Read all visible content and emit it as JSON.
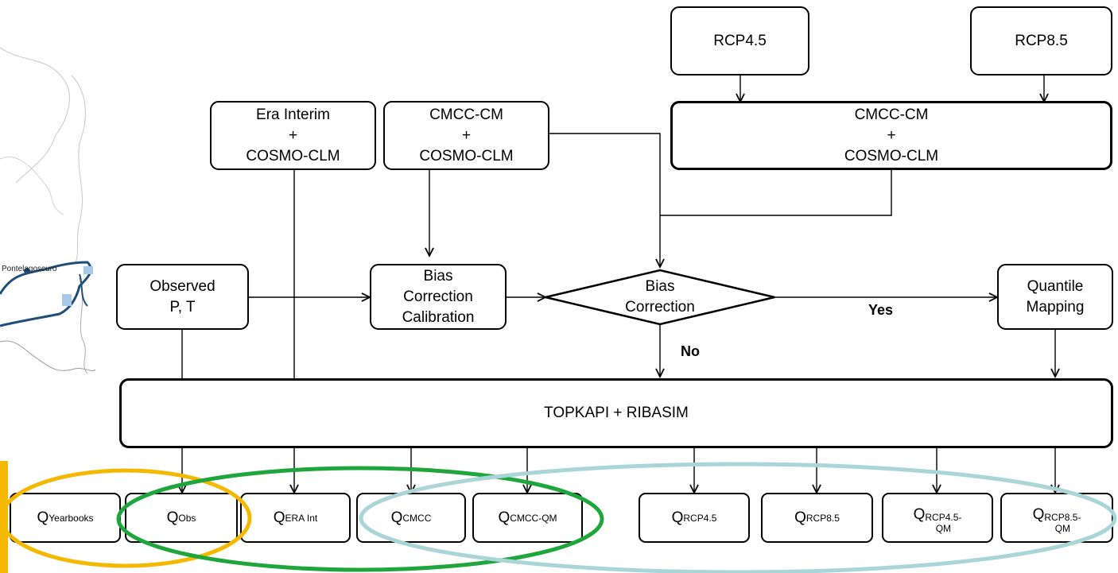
{
  "inputs": {
    "rcp45": "RCP4.5",
    "rcp85": "RCP8.5",
    "era_interim": [
      "Era Interim",
      "+",
      "COSMO-CLM"
    ],
    "cmcc_hist": [
      "CMCC-CM",
      "+",
      "COSMO-CLM"
    ],
    "cmcc_scen": [
      "CMCC-CM",
      "+",
      "COSMO-CLM"
    ],
    "observed": [
      "Observed",
      "P, T"
    ]
  },
  "process": {
    "bias_calibration": [
      "Bias",
      "Correction",
      "Calibration"
    ],
    "bias_decision": [
      "Bias",
      "Correction"
    ],
    "quantile_mapping": [
      "Quantile",
      "Mapping"
    ],
    "model": "TOPKAPI + RIBASIM",
    "yes_label": "Yes",
    "no_label": "No"
  },
  "outputs": [
    {
      "q": "Q",
      "sub": "Yearbooks"
    },
    {
      "q": "Q",
      "sub": "Obs"
    },
    {
      "q": "Q",
      "sub": "ERA Int"
    },
    {
      "q": "Q",
      "sub": "CMCC"
    },
    {
      "q": "Q",
      "sub": "CMCC-QM"
    },
    {
      "q": "Q",
      "sub": "RCP4.5"
    },
    {
      "q": "Q",
      "sub": "RCP8.5"
    },
    {
      "q": "Q",
      "sub": "RCP4.5-",
      "sub2": "QM"
    },
    {
      "q": "Q",
      "sub": "RCP8.5-",
      "sub2": "QM"
    }
  ],
  "map": {
    "town_label": "Pontelagoscuro"
  },
  "colors": {
    "gold": "#f5b800",
    "green": "#1ea63c",
    "lightblue": "#a9d4d8",
    "river": "#1f4e79"
  }
}
